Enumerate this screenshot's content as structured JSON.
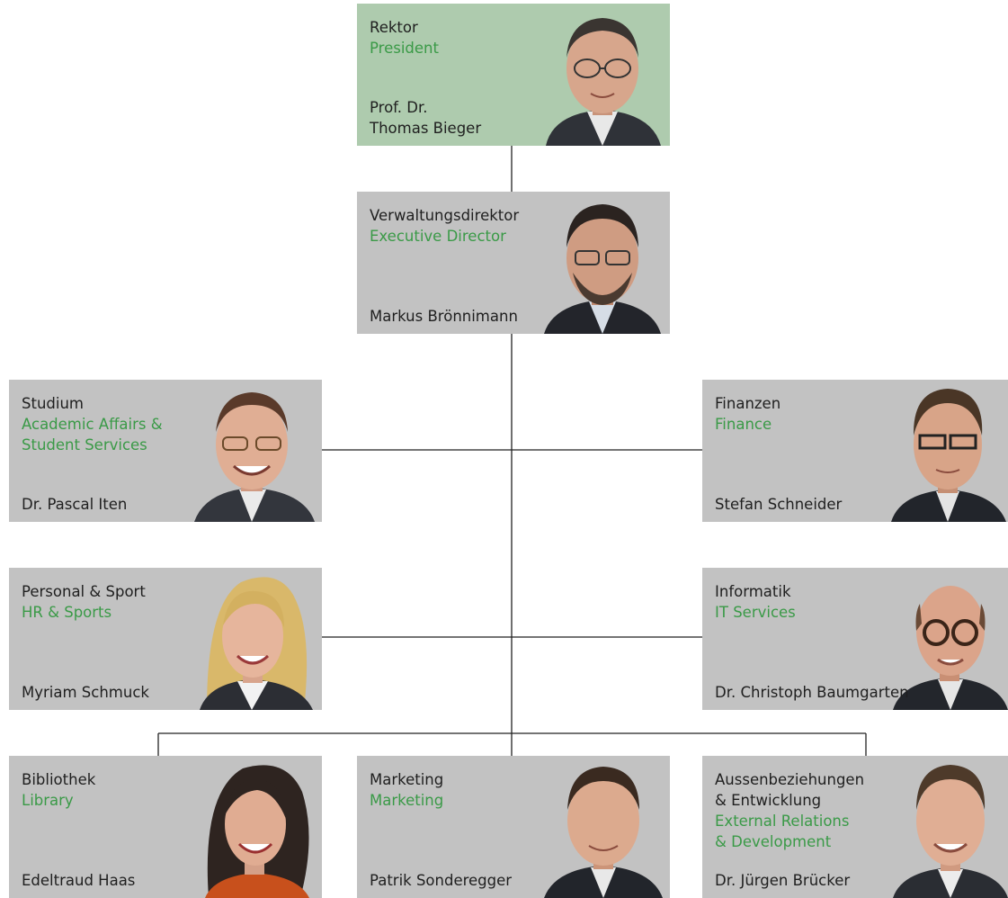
{
  "boxes": {
    "president": {
      "role_de": "Rektor",
      "role_en": "President",
      "name": "Prof. Dr.\nThomas Bieger"
    },
    "executive": {
      "role_de": "Verwaltungsdirektor",
      "role_en": "Executive Director",
      "name": "Markus Brönnimann"
    },
    "studium": {
      "role_de": "Studium",
      "role_en": "Academic Affairs &\nStudent Services",
      "name": "Dr. Pascal Iten"
    },
    "finanzen": {
      "role_de": "Finanzen",
      "role_en": "Finance",
      "name": "Stefan Schneider"
    },
    "personal": {
      "role_de": "Personal & Sport",
      "role_en": "HR & Sports",
      "name": "Myriam Schmuck"
    },
    "informatik": {
      "role_de": "Informatik",
      "role_en": "IT Services",
      "name": "Dr. Christoph Baumgarten"
    },
    "bibliothek": {
      "role_de": "Bibliothek",
      "role_en": "Library",
      "name": "Edeltraud Haas"
    },
    "marketing": {
      "role_de": "Marketing",
      "role_en": "Marketing",
      "name": "Patrik Sonderegger"
    },
    "aussen": {
      "role_de": "Aussenbeziehungen\n& Entwicklung",
      "role_en": "External Relations\n& Development",
      "name": "Dr. Jürgen Brücker"
    }
  },
  "colors": {
    "box_gray": "#c2c2c2",
    "box_green": "#aecbae",
    "english_text": "#3a9a47",
    "connector": "#222222"
  }
}
